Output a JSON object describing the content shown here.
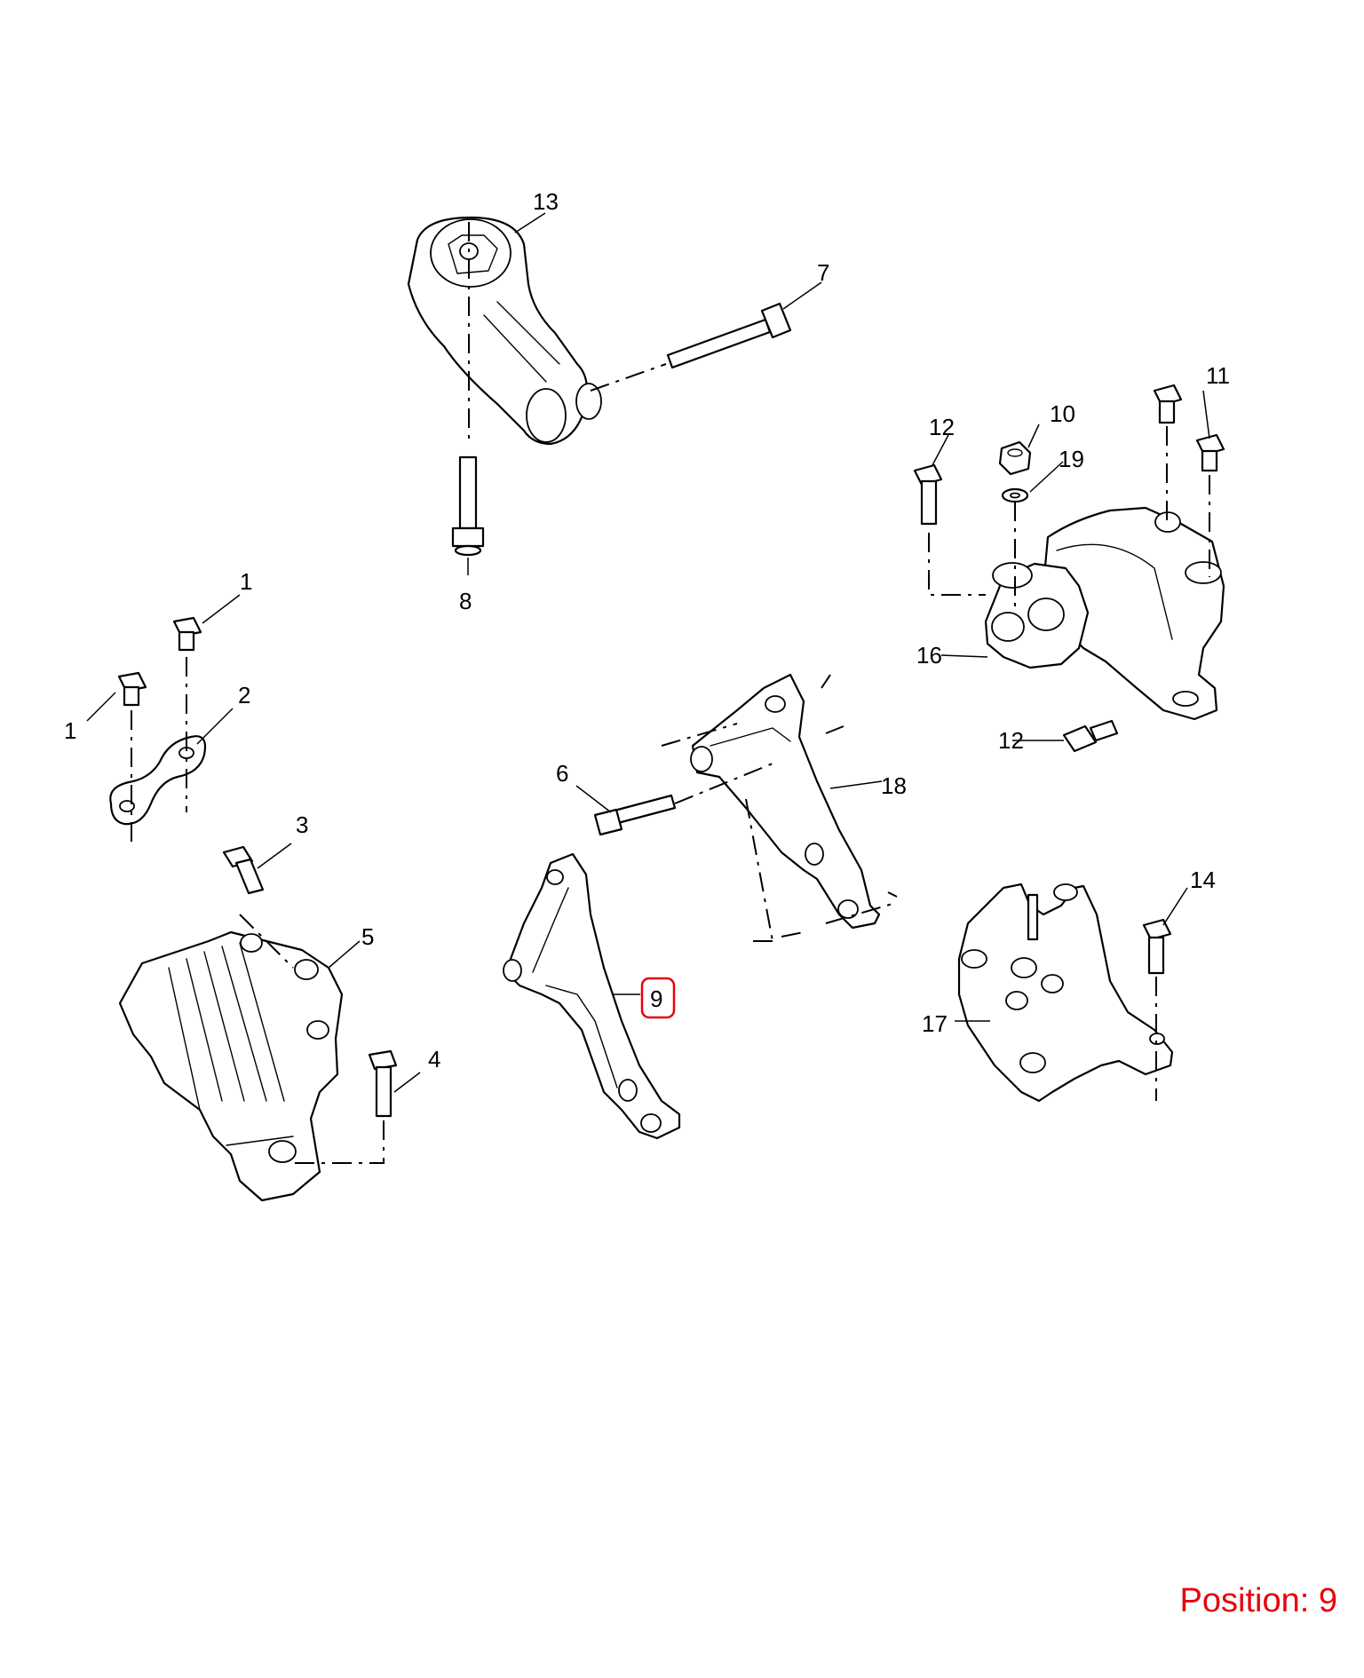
{
  "highlight": {
    "color": "#e8000b",
    "callout": "9"
  },
  "position_label": "Position: 9",
  "callouts": [
    {
      "id": "c1a",
      "text": "1"
    },
    {
      "id": "c1b",
      "text": "1"
    },
    {
      "id": "c2",
      "text": "2"
    },
    {
      "id": "c3",
      "text": "3"
    },
    {
      "id": "c4",
      "text": "4"
    },
    {
      "id": "c5",
      "text": "5"
    },
    {
      "id": "c6",
      "text": "6"
    },
    {
      "id": "c7",
      "text": "7"
    },
    {
      "id": "c8",
      "text": "8"
    },
    {
      "id": "c9",
      "text": "9"
    },
    {
      "id": "c10",
      "text": "10"
    },
    {
      "id": "c11",
      "text": "11"
    },
    {
      "id": "c12a",
      "text": "12"
    },
    {
      "id": "c12b",
      "text": "12"
    },
    {
      "id": "c13",
      "text": "13"
    },
    {
      "id": "c14",
      "text": "14"
    },
    {
      "id": "c16",
      "text": "16"
    },
    {
      "id": "c17",
      "text": "17"
    },
    {
      "id": "c18",
      "text": "18"
    },
    {
      "id": "c19",
      "text": "19"
    }
  ]
}
